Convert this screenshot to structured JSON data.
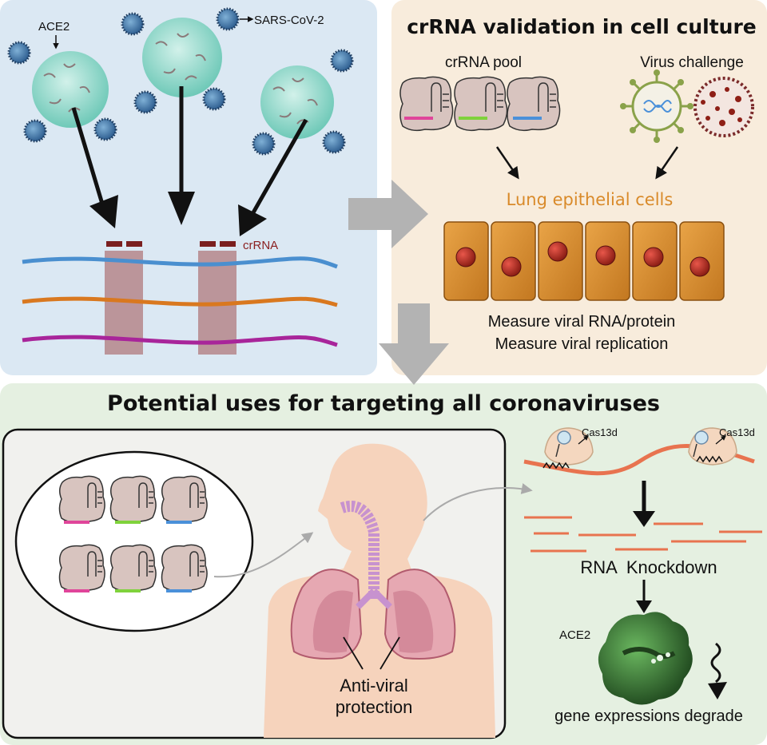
{
  "top_left": {
    "ace2_label": "ACE2",
    "virus_label": "SARS-CoV-2",
    "crrna_label": "crRNA"
  },
  "top_right": {
    "title": "crRNA validation in cell culture",
    "pool_label": "crRNA pool",
    "challenge_label": "Virus challenge",
    "cells_label": "Lung epithelial cells",
    "measure_line1": "Measure viral RNA/protein",
    "measure_line2": "Measure viral replication"
  },
  "bottom": {
    "title": "Potential uses for targeting all coronaviruses",
    "protection_line1": "Anti-viral",
    "protection_line2": "protection",
    "cas_label_1": "Cas13d",
    "cas_label_2": "Cas13d",
    "knockdown_label": "RNA  Knockdown",
    "ace2_label": "ACE2",
    "degrade_label": "gene expressions degrade"
  },
  "colors": {
    "panel_blue": "#dbe8f3",
    "panel_beige": "#f8ecdc",
    "panel_green": "#e5f0e1",
    "line_blue": "#4a8fcf",
    "line_orange": "#d9781f",
    "line_purple": "#a8259a",
    "crrna_dark": "#7a1f1f",
    "cell_fill": "#d68a2a",
    "nucleus": "#c0392b",
    "cells_label": "#d98a2a",
    "gray_arrow": "#b3b3b3",
    "seg_pink": "#e0459a",
    "seg_green": "#7fd23c",
    "seg_blue": "#4a90d9",
    "rna_orange": "#e8734f",
    "lung_pink": "#d48a9a",
    "body_skin": "#f6d3bc",
    "ace2_green": "#3f8a3a"
  }
}
